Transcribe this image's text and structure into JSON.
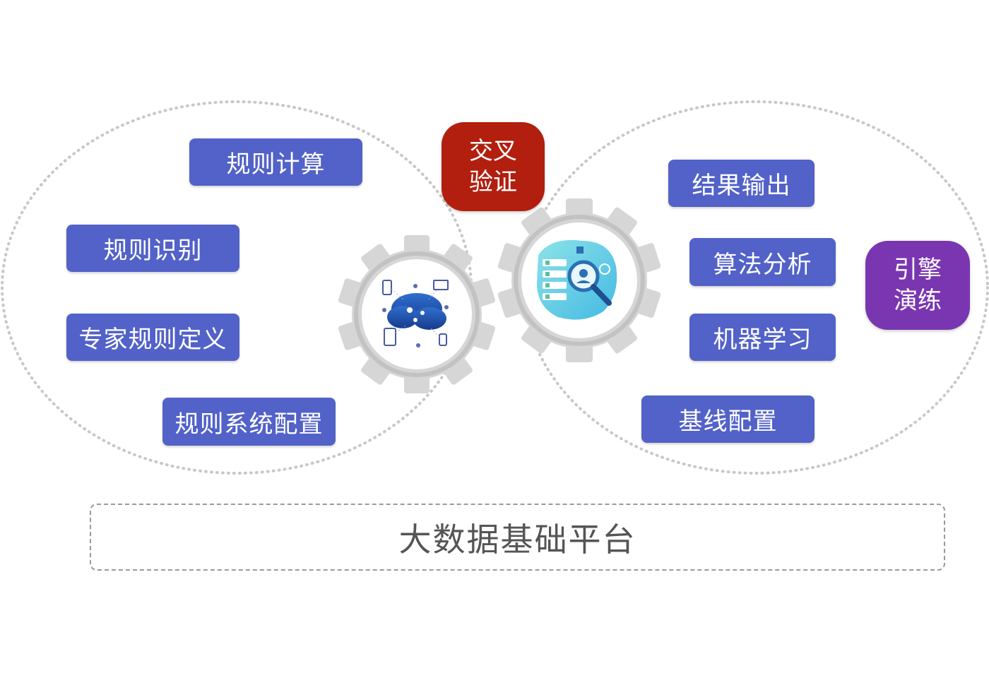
{
  "left_group": {
    "items": [
      "规则计算",
      "规则识别",
      "专家规则定义",
      "规则系统配置"
    ]
  },
  "right_group": {
    "items": [
      "结果输出",
      "算法分析",
      "机器学习",
      "基线配置"
    ]
  },
  "cross_validation": {
    "line1": "交叉",
    "line2": "验证"
  },
  "engine_drill": {
    "line1": "引擎",
    "line2": "演练"
  },
  "platform": {
    "label": "大数据基础平台"
  },
  "colors": {
    "pill": "#5262c8",
    "cross_validation": "#b21f0e",
    "engine_drill": "#7a36b0",
    "gear": "#d4d4d4",
    "dotted_outline": "#c8c8c8"
  },
  "icons": [
    "gear-left-cloud-devices-icon",
    "gear-right-search-analytics-icon"
  ]
}
